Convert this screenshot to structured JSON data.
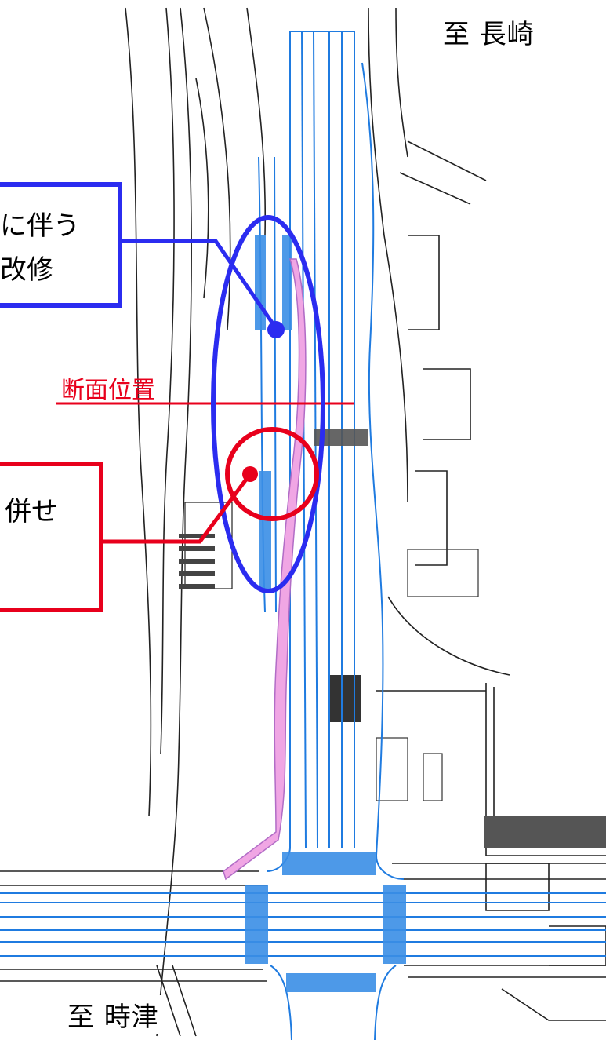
{
  "labels": {
    "dest_north": "至 長崎",
    "dest_south": "至 時津",
    "section_position": "断面位置",
    "callout_blue_line1": "に伴う",
    "callout_blue_line2": "改修",
    "callout_red_line1": "併せ"
  },
  "colors": {
    "callout_blue": "#2b2cf0",
    "callout_red": "#e8001c",
    "road_plan_lines": "#1f7be0",
    "sidewalk_highlight": "#f0a6e4",
    "base_drawing": "#222222"
  }
}
